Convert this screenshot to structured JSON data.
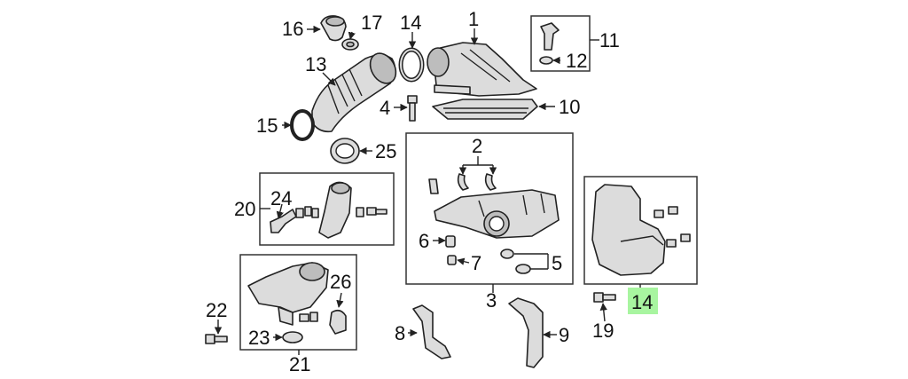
{
  "callouts": {
    "c1": "1",
    "c2": "2",
    "c3": "3",
    "c4": "4",
    "c5": "5",
    "c6": "6",
    "c7": "7",
    "c8": "8",
    "c9": "9",
    "c10": "10",
    "c11": "11",
    "c12": "12",
    "c13": "13",
    "c14a": "14",
    "c14b": "14",
    "c15": "15",
    "c16": "16",
    "c17": "17",
    "c19": "19",
    "c20": "20",
    "c21": "21",
    "c22": "22",
    "c23": "23",
    "c24": "24",
    "c25": "25",
    "c26": "26"
  },
  "highlight_color": "#a8f5a0"
}
